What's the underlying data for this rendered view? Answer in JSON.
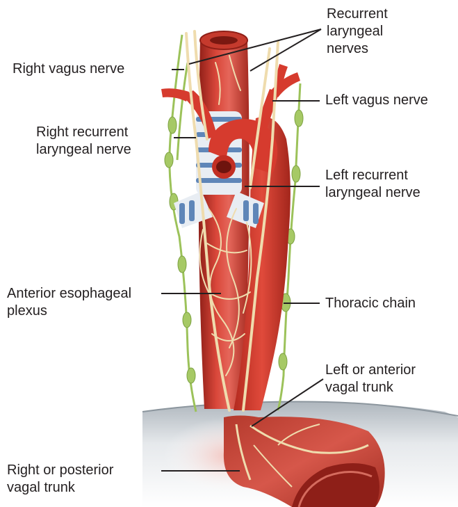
{
  "labels": {
    "recurrent_laryngeal_nerves": [
      "Recurrent",
      "laryngeal",
      "nerves"
    ],
    "right_vagus_nerve": [
      "Right vagus nerve"
    ],
    "left_vagus_nerve": [
      "Left vagus nerve"
    ],
    "right_recurrent_laryngeal_nerve": [
      "Right recurrent",
      "laryngeal nerve"
    ],
    "left_recurrent_laryngeal_nerve": [
      "Left recurrent",
      "laryngeal nerve"
    ],
    "anterior_esophageal_plexus": [
      "Anterior esophageal",
      "plexus"
    ],
    "thoracic_chain": [
      "Thoracic chain"
    ],
    "left_or_anterior_vagal_trunk": [
      "Left or anterior",
      "vagal trunk"
    ],
    "right_or_posterior_vagal_trunk": [
      "Right or posterior",
      "vagal trunk"
    ]
  },
  "colors": {
    "esophagus": "#c8362b",
    "aorta": "#d2372a",
    "nerve": "#efdcae",
    "sympathetic_chain": "#9cc25a",
    "trachea_ring": "#5f86b8",
    "diaphragm": "#cfd5da",
    "stomach_inner": "#8e1f18",
    "leader_line": "#231f20"
  }
}
